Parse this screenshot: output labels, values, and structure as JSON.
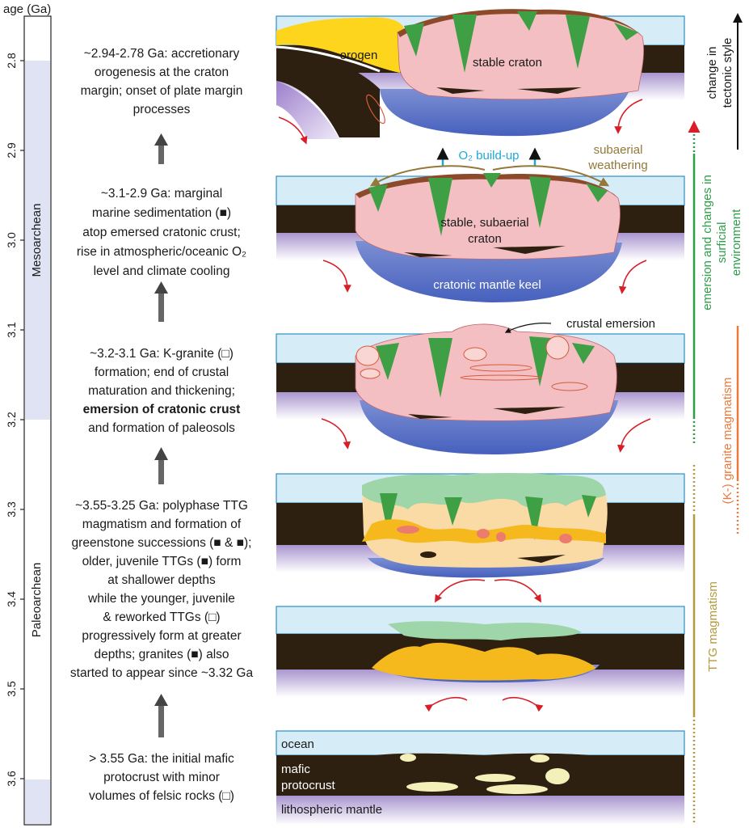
{
  "axis": {
    "title": "age (Ga)",
    "ticks": [
      "2.8",
      "2.9",
      "3.0",
      "3.1",
      "3.2",
      "3.3",
      "3.4",
      "3.5",
      "3.6"
    ],
    "eras": [
      {
        "name": "Mesoarchean",
        "color": "#dfe3f4"
      },
      {
        "name": "Paleoarchean",
        "color": "#ffffff"
      }
    ]
  },
  "stages": [
    {
      "lines": [
        "~2.94-2.78 Ga: accretionary",
        "orogenesis at the craton",
        "margin; onset of plate margin",
        "processes"
      ]
    },
    {
      "lines": [
        "~3.1-2.9 Ga: marginal",
        "marine sedimentation (■)",
        "atop emersed cratonic crust;",
        "rise in atmospheric/oceanic O₂",
        "level and climate cooling"
      ]
    },
    {
      "lines": [
        "~3.2-3.1 Ga: K-granite (□)",
        "formation; end of crustal",
        "maturation and thickening;",
        "emersion of cratonic crust",
        "and formation of paleosols"
      ]
    },
    {
      "lines": [
        "~3.55-3.25 Ga: polyphase TTG",
        "magmatism and formation of",
        "greenstone successions (■ & ■);",
        "older, juvenile TTGs (■) form",
        "at shallower depths",
        "while the younger, juvenile",
        "& reworked TTGs (□)",
        "progressively form at greater",
        "depths; granites (■) also",
        "started to appear since ~3.32 Ga"
      ]
    },
    {
      "lines": [
        "> 3.55 Ga: the initial mafic",
        "protocrust with minor",
        "volumes of felsic rocks (□)"
      ]
    }
  ],
  "panel_labels": {
    "orogen": "orogen",
    "stable_craton": "stable craton",
    "o2_buildup": "O₂ build-up",
    "subaerial_weathering": [
      "subaerial",
      "weathering"
    ],
    "stable_subaerial_craton": [
      "stable, subaerial",
      "craton"
    ],
    "cratonic_mantle_keel": "cratonic mantle keel",
    "crustal_emersion": "crustal emersion",
    "ocean": "ocean",
    "mafic_protocrust": [
      "mafic",
      "protocrust"
    ],
    "lithospheric_mantle": "lithospheric mantle"
  },
  "side_labels": {
    "tectonic": [
      "change in",
      "tectonic style"
    ],
    "surficial": [
      "emersion and changes in",
      "surficial",
      "environment"
    ],
    "kgranite": "(K-) granite magmatism",
    "ttg": "TTG magmatism"
  },
  "colors": {
    "ocean": "#d6ecf7",
    "protocrust": "#2e2010",
    "mantle": "#c5b6de",
    "craton": "#f4bfc2",
    "keel": "#5a73c4",
    "greenstone_dark": "#3f9f45",
    "greenstone_light": "#9ed5a9",
    "sediment": "#8c4a2a",
    "old_ttg": "#f5b81d",
    "young_ttg": "#fbdba5",
    "granite": "#ec7c6b",
    "felsic": "#f4f0b9",
    "orogen": "#fdd51c",
    "arrow_red": "#d81f29",
    "o2_blue": "#1ea7d7",
    "weather_brown": "#94783a",
    "green_bar": "#2e9e48",
    "orange_bar": "#ea7a3b",
    "olive_bar": "#b49a3a"
  }
}
